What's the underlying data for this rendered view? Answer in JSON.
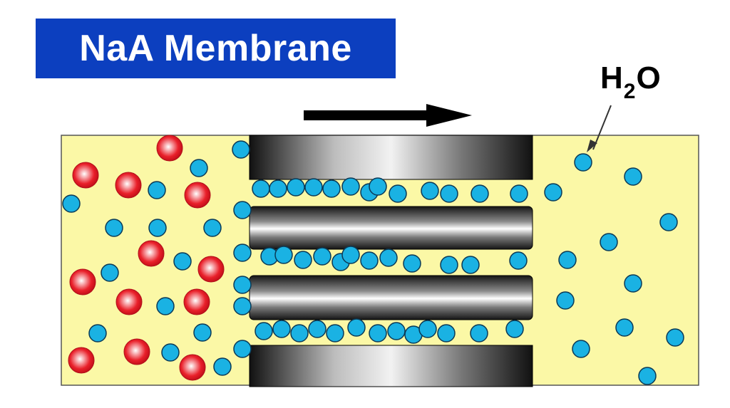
{
  "title": "NaA Membrane",
  "molecule_label": {
    "prefix": "H",
    "subscript": "2",
    "suffix": "O"
  },
  "colors": {
    "title_background": "#0c3fbf",
    "title_text": "#ffffff",
    "chamber_fill": "#fbf8a6",
    "water_molecule": "#1ab2e3",
    "other_molecule": "#e9202a",
    "arrow": "#000000"
  },
  "icons": {
    "flow_arrow": "right-arrow-icon",
    "water": "blue-circle",
    "other": "red-sphere"
  }
}
